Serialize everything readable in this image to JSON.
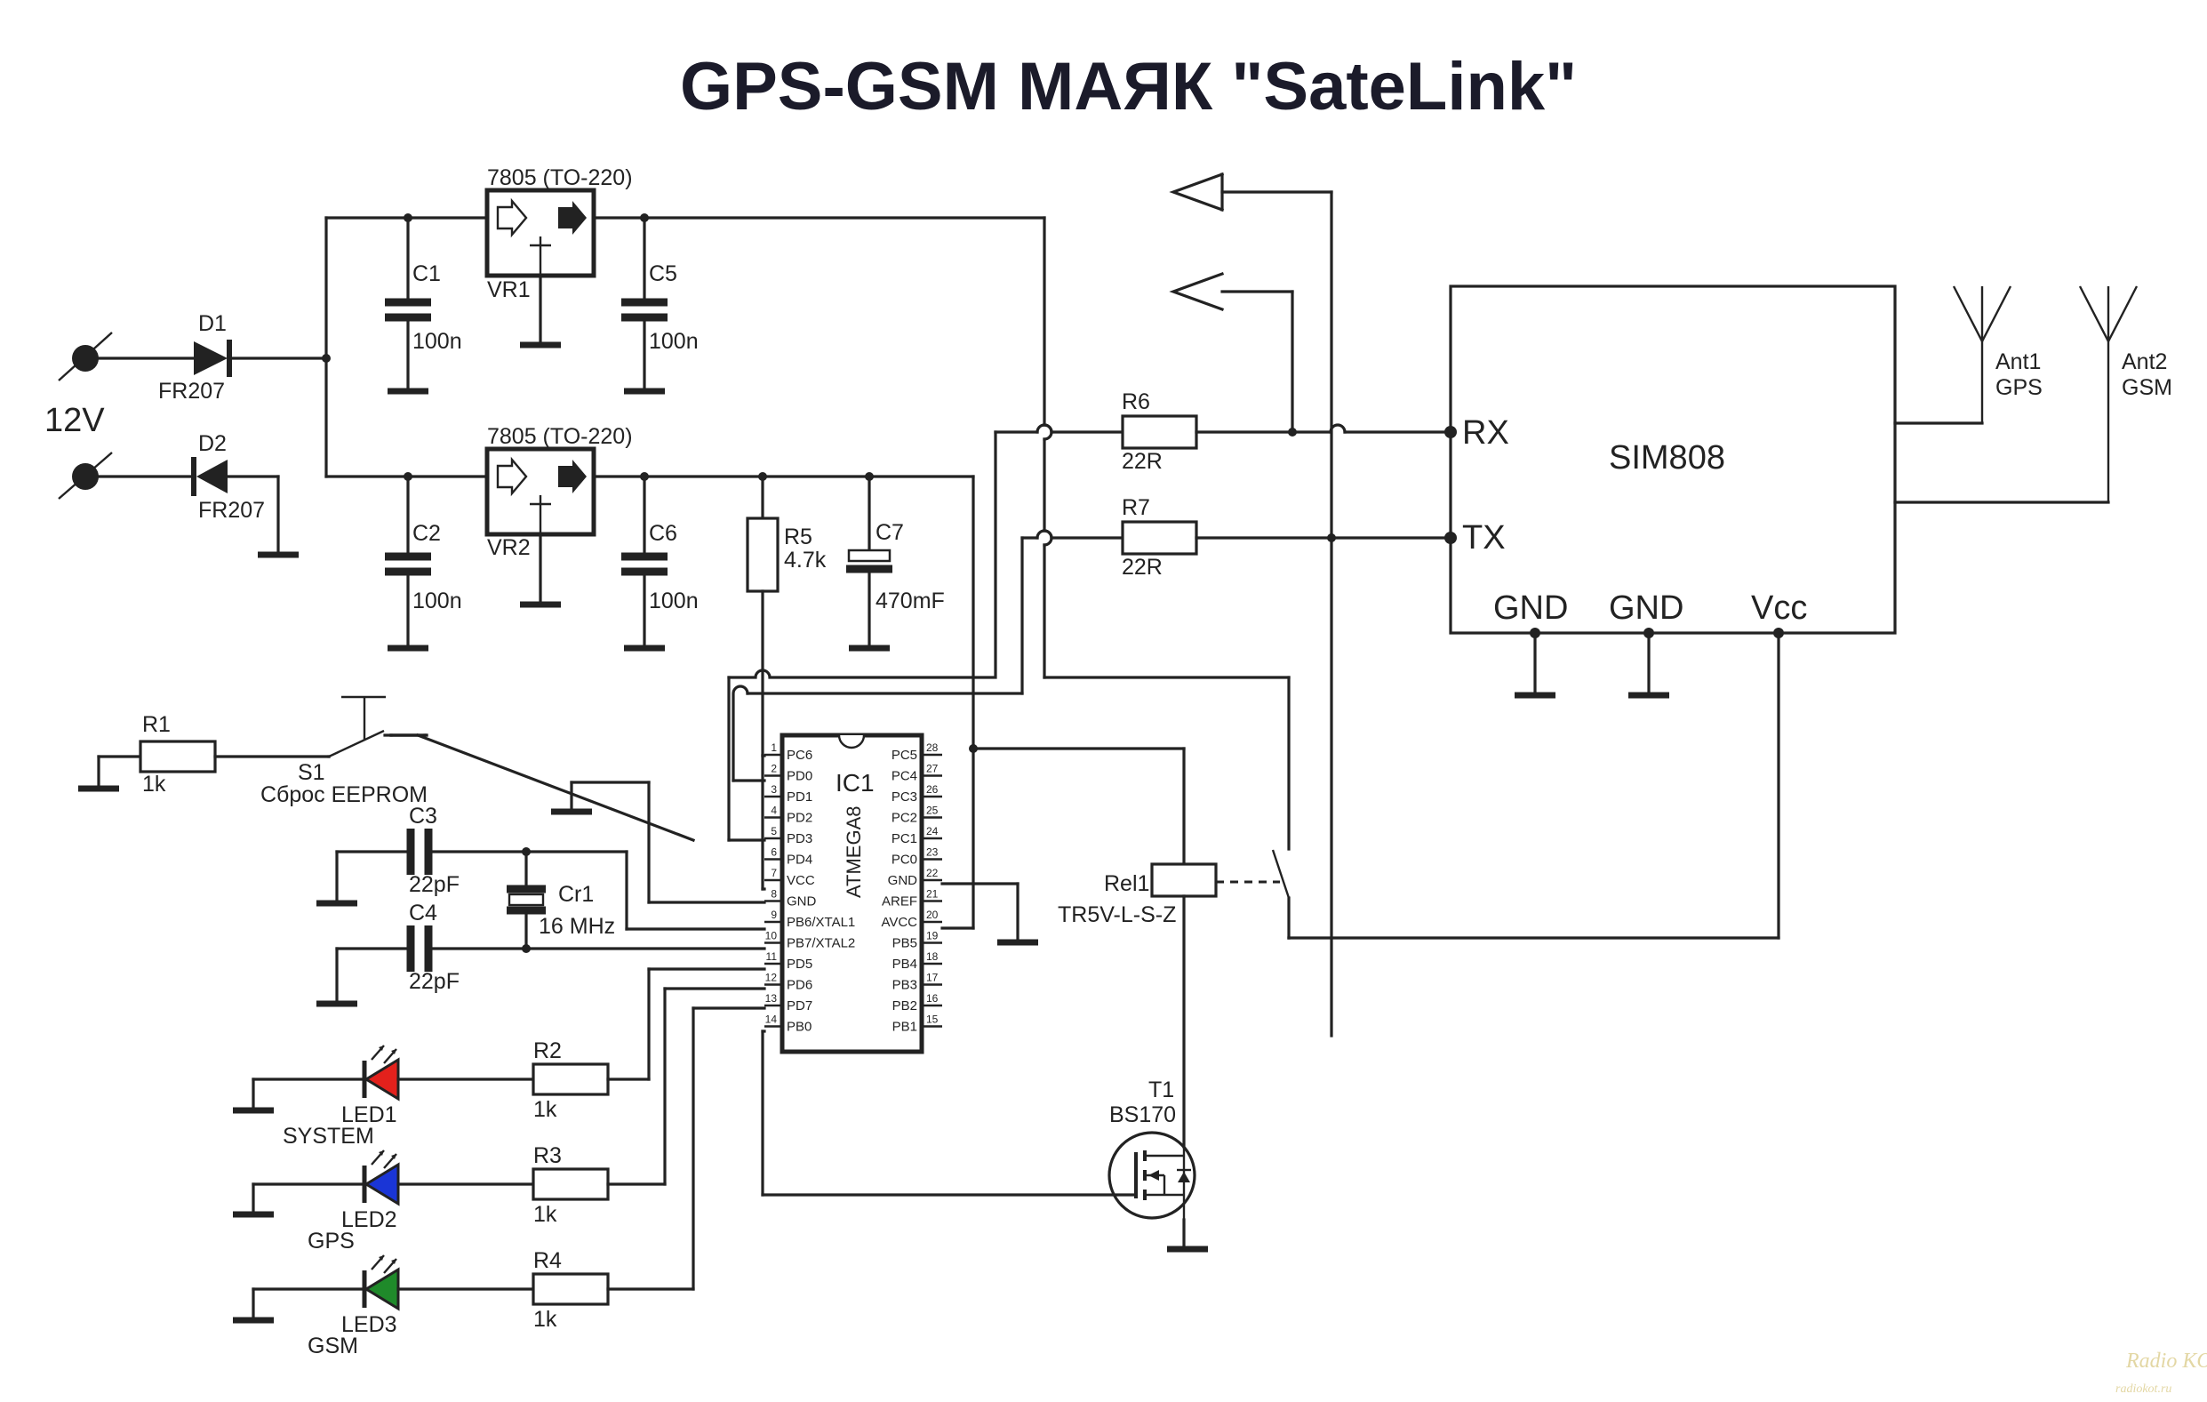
{
  "title": "GPS-GSM МАЯК \"SateLink\"",
  "power": {
    "input_label": "12V",
    "d1": {
      "ref": "D1",
      "value": "FR207"
    },
    "d2": {
      "ref": "D2",
      "value": "FR207"
    },
    "vr1": {
      "ref": "VR1",
      "value": "7805 (TO-220)"
    },
    "vr2": {
      "ref": "VR2",
      "value": "7805 (TO-220)"
    },
    "c1": {
      "ref": "C1",
      "value": "100n"
    },
    "c2": {
      "ref": "C2",
      "value": "100n"
    },
    "c5": {
      "ref": "C5",
      "value": "100n"
    },
    "c6": {
      "ref": "C6",
      "value": "100n"
    },
    "c7": {
      "ref": "C7",
      "value": "470mF"
    },
    "r5": {
      "ref": "R5",
      "value": "4.7k"
    }
  },
  "module": {
    "name": "SIM808",
    "pins": {
      "rx": "RX",
      "tx": "TX",
      "gnd1": "GND",
      "gnd2": "GND",
      "vcc": "Vcc"
    },
    "ant1": {
      "ref": "Ant1",
      "label": "GPS"
    },
    "ant2": {
      "ref": "Ant2",
      "label": "GSM"
    },
    "r6": {
      "ref": "R6",
      "value": "22R"
    },
    "r7": {
      "ref": "R7",
      "value": "22R"
    }
  },
  "mcu": {
    "ref": "IC1",
    "part": "ATMEGA8",
    "left_pins": [
      {
        "num": "1",
        "name": "PC6"
      },
      {
        "num": "2",
        "name": "PD0"
      },
      {
        "num": "3",
        "name": "PD1"
      },
      {
        "num": "4",
        "name": "PD2"
      },
      {
        "num": "5",
        "name": "PD3"
      },
      {
        "num": "6",
        "name": "PD4"
      },
      {
        "num": "7",
        "name": "VCC"
      },
      {
        "num": "8",
        "name": "GND"
      },
      {
        "num": "9",
        "name": "PB6/XTAL1"
      },
      {
        "num": "10",
        "name": "PB7/XTAL2"
      },
      {
        "num": "11",
        "name": "PD5"
      },
      {
        "num": "12",
        "name": "PD6"
      },
      {
        "num": "13",
        "name": "PD7"
      },
      {
        "num": "14",
        "name": "PB0"
      }
    ],
    "right_pins": [
      {
        "num": "28",
        "name": "PC5"
      },
      {
        "num": "27",
        "name": "PC4"
      },
      {
        "num": "26",
        "name": "PC3"
      },
      {
        "num": "25",
        "name": "PC2"
      },
      {
        "num": "24",
        "name": "PC1"
      },
      {
        "num": "23",
        "name": "PC0"
      },
      {
        "num": "22",
        "name": "GND"
      },
      {
        "num": "21",
        "name": "AREF"
      },
      {
        "num": "20",
        "name": "AVCC"
      },
      {
        "num": "19",
        "name": "PB5"
      },
      {
        "num": "18",
        "name": "PB4"
      },
      {
        "num": "17",
        "name": "PB3"
      },
      {
        "num": "16",
        "name": "PB2"
      },
      {
        "num": "15",
        "name": "PB1"
      }
    ]
  },
  "peripherals": {
    "r1": {
      "ref": "R1",
      "value": "1k"
    },
    "s1": {
      "ref": "S1",
      "label": "Сброс EEPROM"
    },
    "c3": {
      "ref": "C3",
      "value": "22pF"
    },
    "c4": {
      "ref": "C4",
      "value": "22pF"
    },
    "cr1": {
      "ref": "Cr1",
      "value": "16 MHz"
    },
    "r2": {
      "ref": "R2",
      "value": "1k"
    },
    "r3": {
      "ref": "R3",
      "value": "1k"
    },
    "r4": {
      "ref": "R4",
      "value": "1k"
    },
    "led1": {
      "ref": "LED1",
      "label": "SYSTEM",
      "color": "#e3211c"
    },
    "led2": {
      "ref": "LED2",
      "label": "GPS",
      "color": "#1a35d6"
    },
    "led3": {
      "ref": "LED3",
      "label": "GSM",
      "color": "#1f8a2a"
    },
    "rel1": {
      "ref": "Rel1",
      "value": "TR5V-L-S-Z"
    },
    "t1": {
      "ref": "T1",
      "value": "BS170"
    }
  },
  "watermark": {
    "line1": "Radio KOT",
    "line2": "radiokot.ru"
  }
}
